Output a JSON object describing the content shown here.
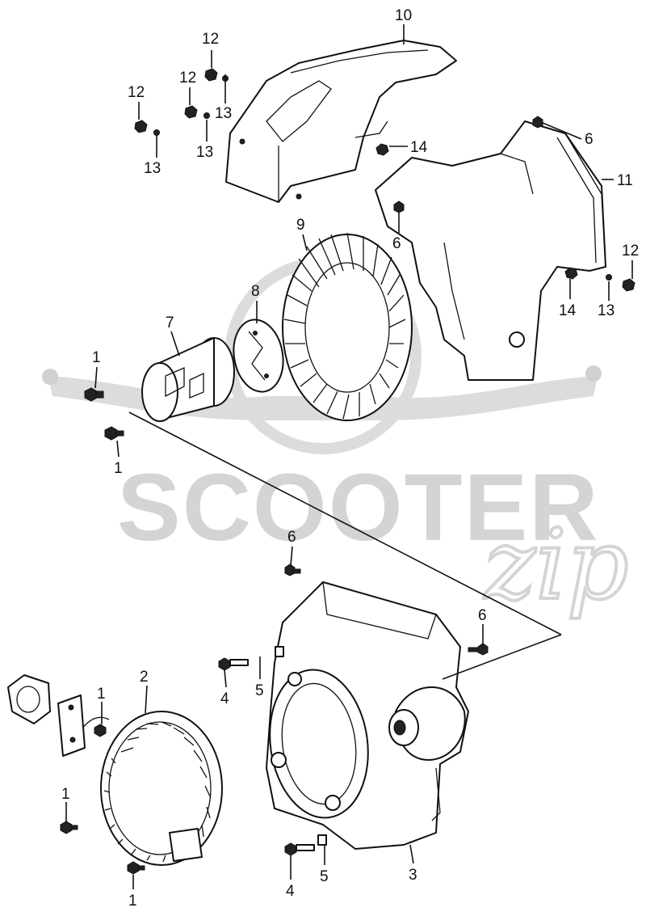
{
  "watermark": {
    "brand": "SCOOTER",
    "script": "zip"
  },
  "callouts": {
    "c10": "10",
    "c12a": "12",
    "c12b": "12",
    "c12c": "12",
    "c12d": "12",
    "c13a": "13",
    "c13b": "13",
    "c13c": "13",
    "c13d": "13",
    "c14a": "14",
    "c14b": "14",
    "c6a": "6",
    "c6b": "6",
    "c6c": "6",
    "c6d": "6",
    "c11": "11",
    "c9": "9",
    "c8": "8",
    "c7": "7",
    "c1a": "1",
    "c1b": "1",
    "c1c": "1",
    "c1d": "1",
    "c1e": "1",
    "c2": "2",
    "c3": "3",
    "c4a": "4",
    "c4b": "4",
    "c5a": "5",
    "c5b": "5"
  }
}
